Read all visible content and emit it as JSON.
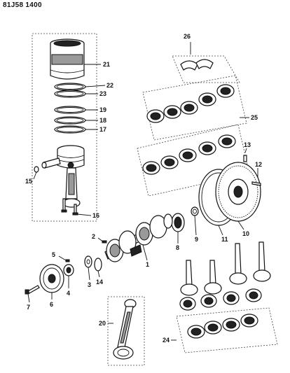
{
  "header": {
    "code": "81J58 1400"
  },
  "callouts": {
    "c1": "1",
    "c2": "2",
    "c3": "3",
    "c4": "4",
    "c5": "5",
    "c6": "6",
    "c7": "7",
    "c8": "8",
    "c9": "9",
    "c10": "10",
    "c11": "11",
    "c12": "12",
    "c13": "13",
    "c14": "14",
    "c15": "15",
    "c16": "16",
    "c17": "17",
    "c18": "18",
    "c19": "19",
    "c20": "20",
    "c21": "21",
    "c22": "22",
    "c23": "23",
    "c24": "24",
    "c25": "25",
    "c26": "26"
  }
}
